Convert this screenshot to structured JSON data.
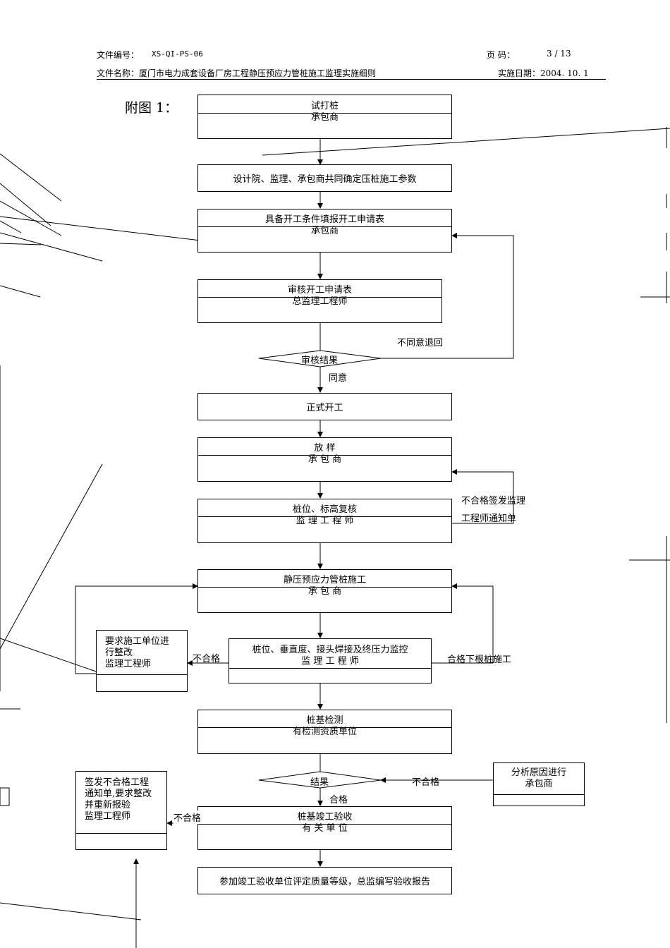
{
  "header": {
    "doc_no_label": "文件编号：",
    "doc_no": "XS-QI-PS-06",
    "page_label": "页    码：",
    "page": "3 / 13",
    "doc_name": "文件名称：厦门市电力成套设备厂房工程静压预应力管桩施工监理实施细则",
    "impl_date": "实施日期：2004. 10. 1"
  },
  "annex_title": "附图 1：",
  "flow": {
    "trial": {
      "line1": "试打桩",
      "line2": "承包商"
    },
    "params": "设计院、监理、承包商共同确定压桩施工参数",
    "apply": {
      "line1": "具备开工条件填报开工申请表",
      "line2": "承包商"
    },
    "review": {
      "line1": "审核开工申请表",
      "line2": "总监理工程师"
    },
    "review_result": "审核结果",
    "reject_return": "不同意退回",
    "agree": "同意",
    "start": "正式开工",
    "layout": {
      "line1": "放    样",
      "line2": "承 包 商"
    },
    "unqualified_notice_1": "不合格签发监理",
    "unqualified_notice_2": "工程师通知单",
    "recheck": {
      "line1": "桩位、标高复核",
      "line2": "监 理 工 程 师"
    },
    "construction": {
      "line1": "静压预应力管桩施工",
      "line2": "承 包 商"
    },
    "rectify": {
      "line1": "要求施工单位进",
      "line2": "行整改",
      "line3": "监理工程师"
    },
    "unqualified_a": "不合格",
    "monitor": {
      "line1": "桩位、垂直度、接头焊接及终压力监控",
      "line2": "监 理 工 程 师"
    },
    "qualified_next": "合格下根桩施工",
    "inspection": {
      "line1": "桩基检测",
      "line2": "有检测资质单位"
    },
    "result": "结果",
    "unqualified_b": "不合格",
    "analyze": {
      "line1": "分析原因进行",
      "line2": "承包商"
    },
    "qualified": "合格",
    "notice_box": {
      "line1": "签发不合格工程",
      "line2": "通知单,要求整改",
      "line3": "并重新报验",
      "line4": "监理工程师"
    },
    "unqualified_c": "不合格",
    "acceptance": {
      "line1": "桩基竣工验收",
      "line2": "有    关    单    位"
    },
    "final": "参加竣工验收单位评定质量等级，总监编写验收报告"
  }
}
